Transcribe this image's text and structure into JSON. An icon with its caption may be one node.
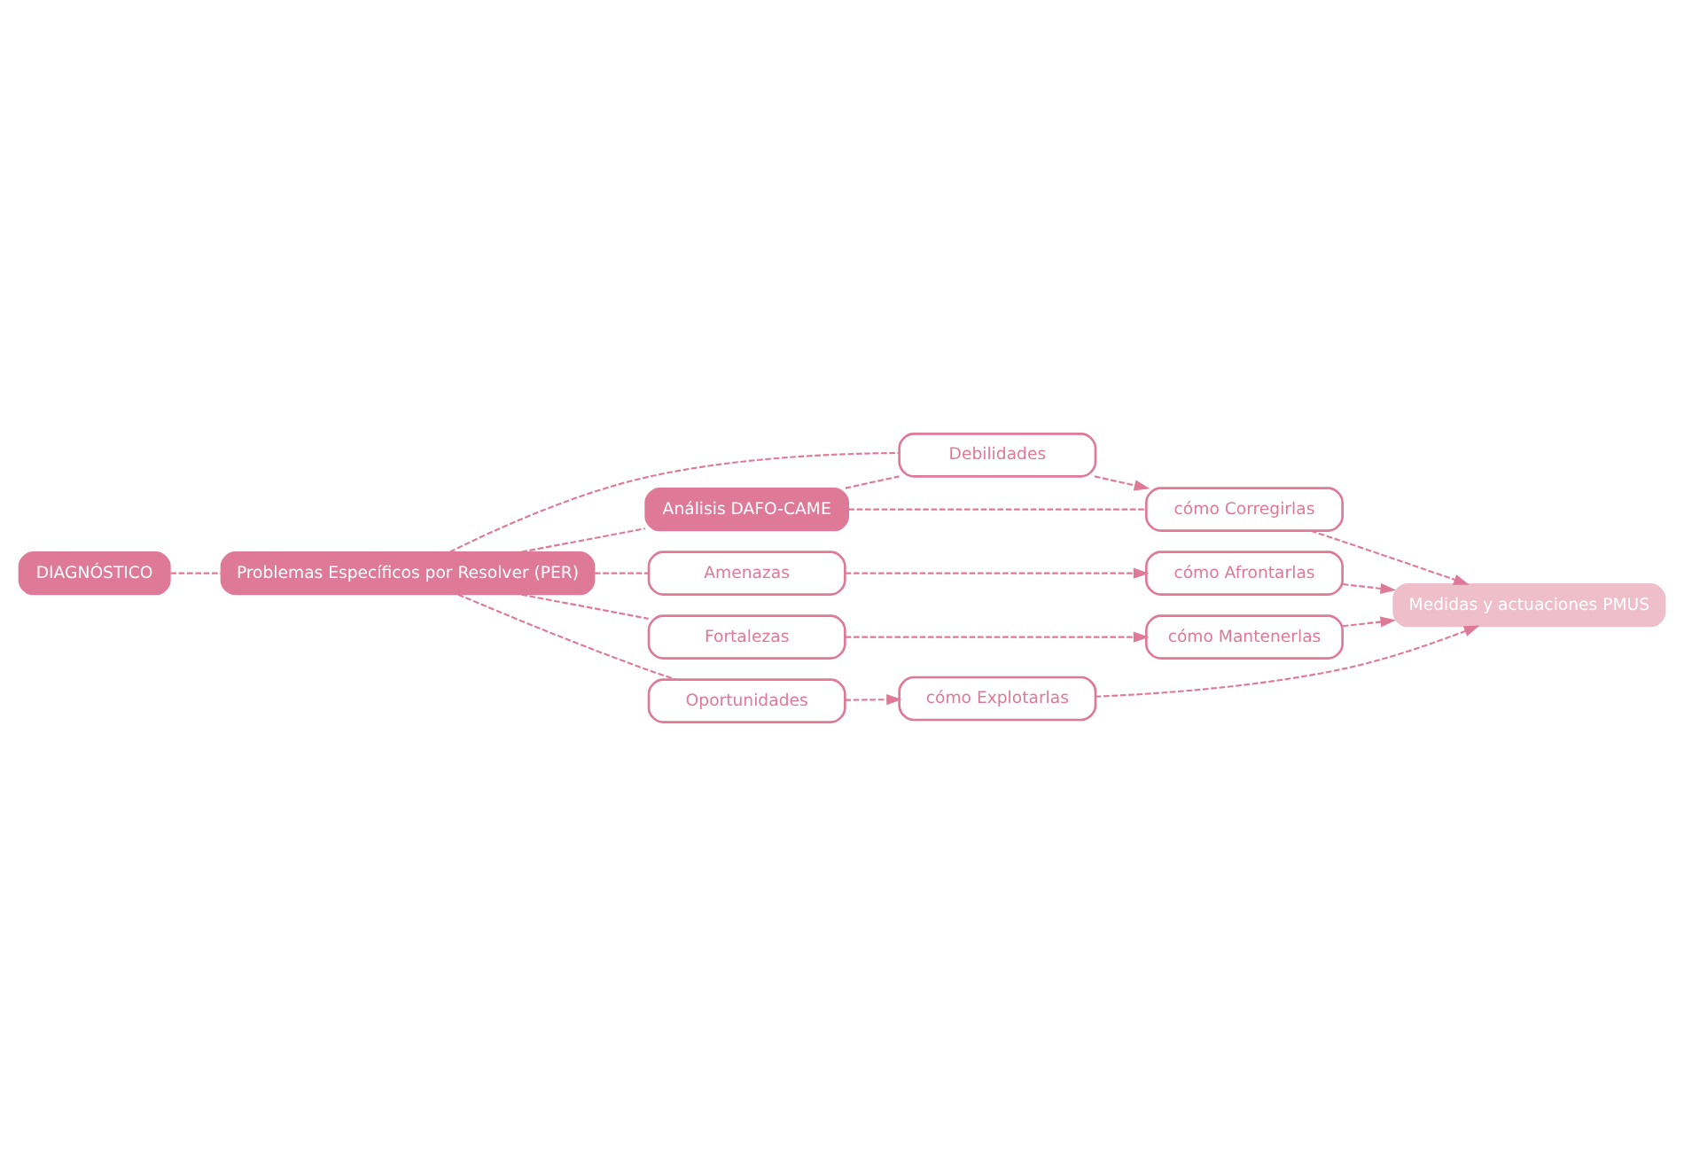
{
  "diagram": {
    "nodes": [
      {
        "text": [
          "DIAGNÓSTICO"
        ]
      },
      {
        "text": [
          "Problemas Específicos por Resolver (PER)"
        ]
      },
      {
        "text": [
          "Análisis DAFO-CAME"
        ]
      },
      {
        "text": [
          "Debilidades"
        ]
      },
      {
        "text": [
          "Amenazas"
        ]
      },
      {
        "text": [
          "Fortalezas"
        ]
      },
      {
        "text": [
          "Oportunidades"
        ]
      },
      {
        "text": [
          "cómo Corregirlas"
        ]
      },
      {
        "text": [
          "cómo Afrontarlas"
        ]
      },
      {
        "text": [
          "cómo Mantenerlas"
        ]
      },
      {
        "text": [
          "cómo Explotarlas"
        ]
      },
      {
        "text": [
          "Medidas y actuaciones PMUS"
        ]
      }
    ],
    "edges": [
      {
        "from": 0,
        "to": 1,
        "arrow": "none",
        "style": "dashed"
      },
      {
        "from": 1,
        "to": 2,
        "arrow": "none",
        "style": "dashed"
      },
      {
        "from": 2,
        "to": 3,
        "arrow": "none",
        "style": "dashed"
      },
      {
        "from": 2,
        "to": 7,
        "arrow": "none",
        "style": "dashed"
      },
      {
        "from": 1,
        "to": 3,
        "arrow": "none",
        "style": "dashed"
      },
      {
        "from": 1,
        "to": 4,
        "arrow": "none",
        "style": "dashed"
      },
      {
        "from": 1,
        "to": 5,
        "arrow": "none",
        "style": "dashed"
      },
      {
        "from": 1,
        "to": 6,
        "arrow": "none",
        "style": "dashed"
      },
      {
        "from": 3,
        "to": 7,
        "arrow": "to",
        "style": "dashed"
      },
      {
        "from": 4,
        "to": 8,
        "arrow": "to",
        "style": "dashed"
      },
      {
        "from": 5,
        "to": 9,
        "arrow": "to",
        "style": "dashed"
      },
      {
        "from": 6,
        "to": 10,
        "arrow": "to",
        "style": "dashed"
      },
      {
        "from": 7,
        "to": 11,
        "arrow": "to",
        "style": "dashed"
      },
      {
        "from": 8,
        "to": 11,
        "arrow": "to",
        "style": "dashed"
      },
      {
        "from": 9,
        "to": 11,
        "arrow": "to",
        "style": "dashed"
      },
      {
        "from": 10,
        "to": 11,
        "arrow": "to",
        "style": "dashed"
      }
    ]
  }
}
